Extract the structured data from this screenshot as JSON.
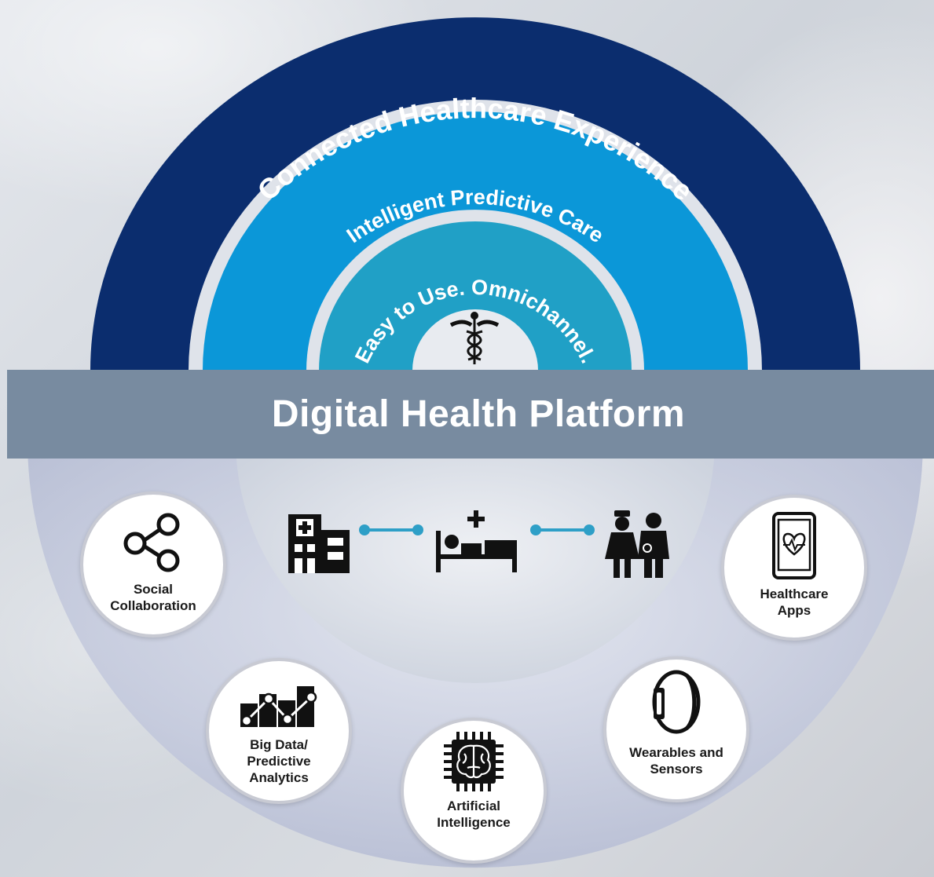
{
  "rings": {
    "outer_text": "Connected Healthcare Experience",
    "middle_text": "Intelligent Predictive Care",
    "inner_text": "Easy to Use. Omnichannel."
  },
  "platform": {
    "title": "Digital Health Platform"
  },
  "nodes": [
    {
      "icon": "share-network-icon",
      "label": "Social\nCollaboration"
    },
    {
      "icon": "bar-line-chart-icon",
      "label": "Big Data/\nPredictive\nAnalytics"
    },
    {
      "icon": "brain-chip-icon",
      "label": "Artificial\nIntelligence"
    },
    {
      "icon": "smart-band-icon",
      "label": "Wearables and\nSensors"
    },
    {
      "icon": "heart-tablet-icon",
      "label": "Healthcare\nApps"
    }
  ],
  "care_flow": [
    "hospital-icon",
    "patient-bed-icon",
    "nurse-doctor-icon"
  ],
  "colors": {
    "outer_ring": "#0b2d6e",
    "middle_ring": "#0b97d8",
    "inner_ring": "#20a0c6",
    "banner": "#788ba0",
    "connector": "#2e9fc7"
  }
}
